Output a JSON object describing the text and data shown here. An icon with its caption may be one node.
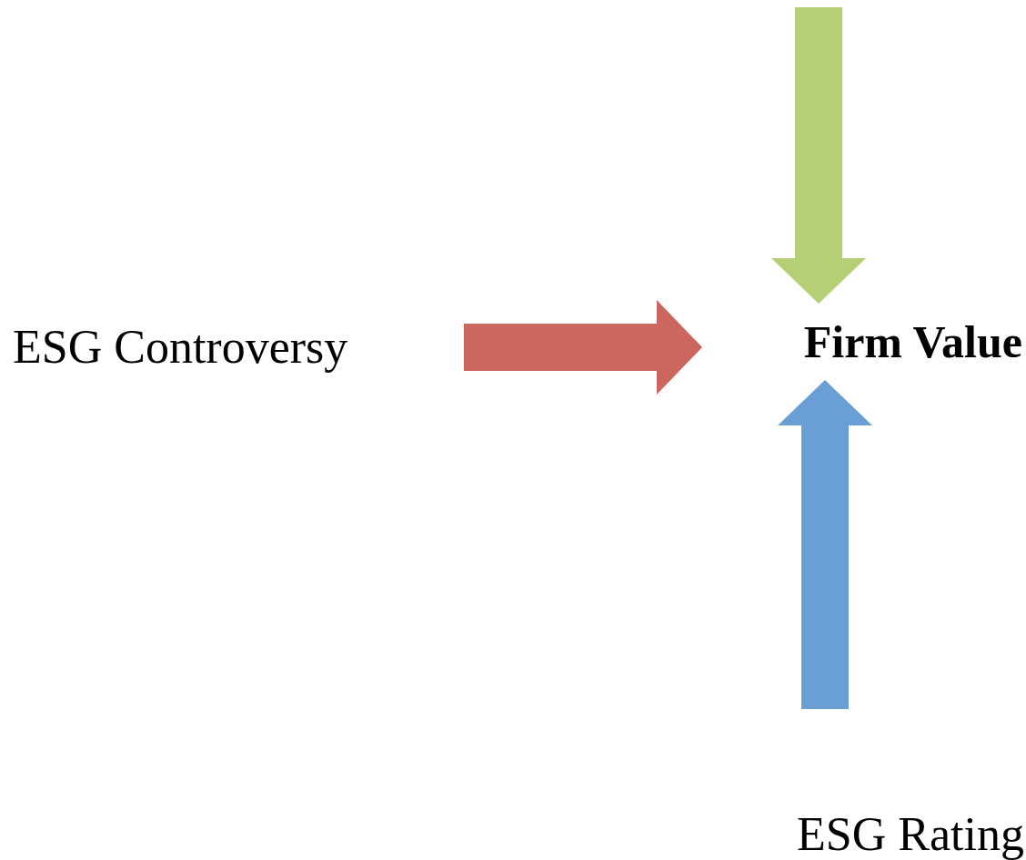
{
  "diagram": {
    "nodes": [
      {
        "text": [
          "ESG Controversy"
        ]
      },
      {
        "text": [
          "Firm Value"
        ]
      },
      {
        "text": [
          "ESG Rating"
        ]
      }
    ],
    "edges": [
      {
        "from": null,
        "to": 1,
        "arrow": "to",
        "style": "thick",
        "color": "#b5cf74"
      },
      {
        "from": 0,
        "to": 1,
        "arrow": "to",
        "style": "thick",
        "color": "#cd665f"
      },
      {
        "from": 2,
        "to": 1,
        "arrow": "to",
        "style": "thick",
        "color": "#6a9fd5"
      }
    ]
  }
}
